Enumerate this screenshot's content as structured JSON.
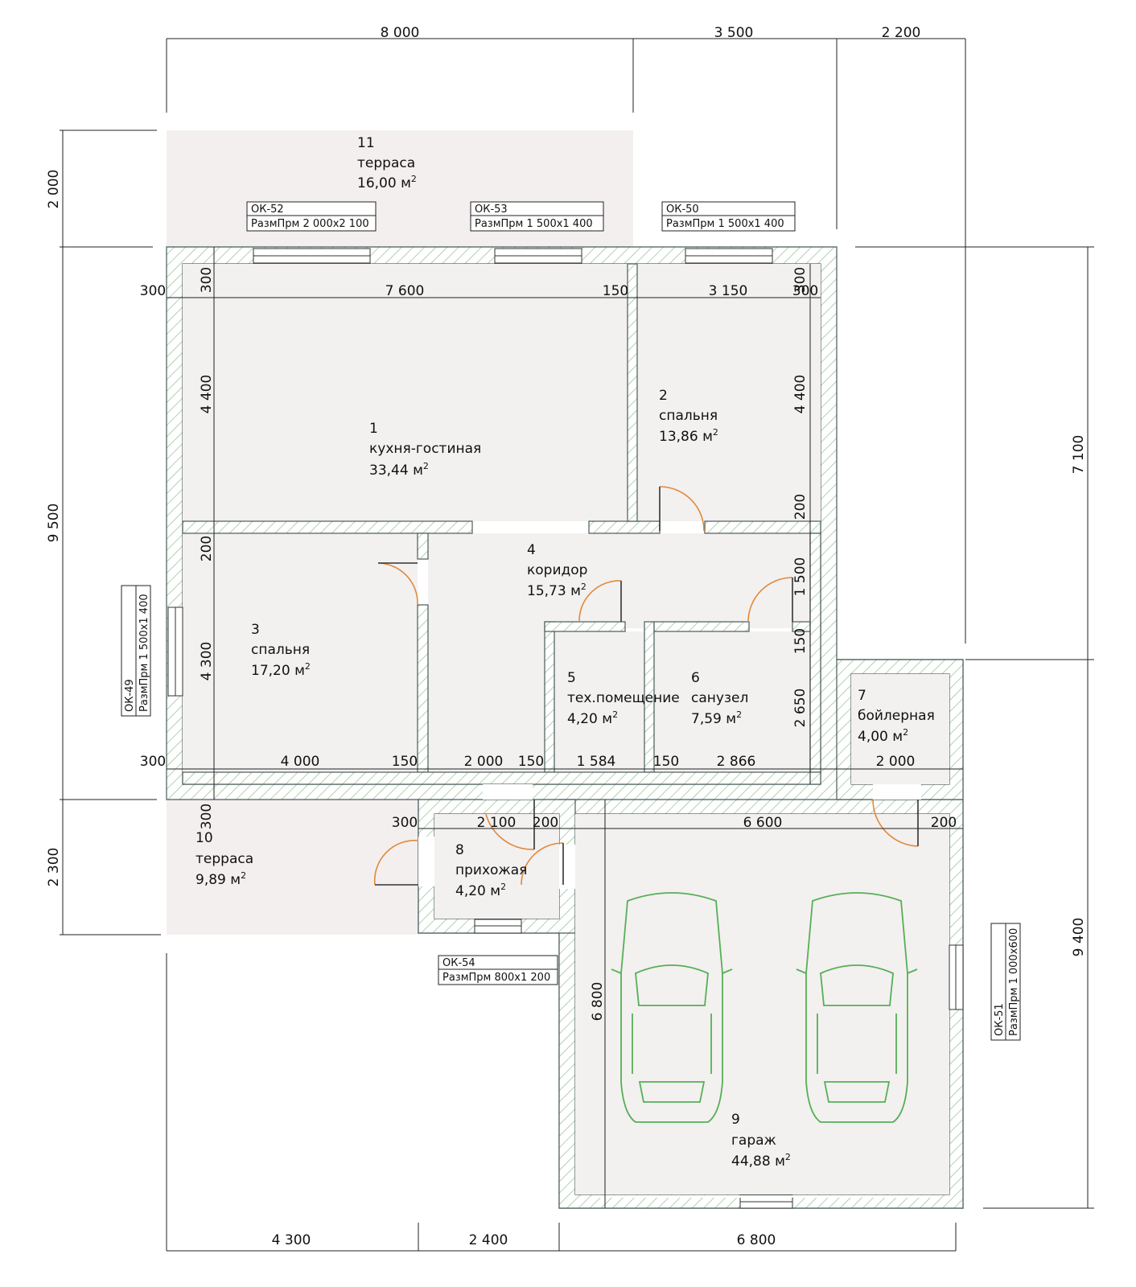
{
  "dimensions": {
    "top_overall": [
      "8 000",
      "3 500",
      "2 200"
    ],
    "bottom_overall": [
      "4 300",
      "2 400",
      "6 800"
    ],
    "left": [
      "2 000",
      "9 500",
      "2 300"
    ],
    "right": [
      "7 100",
      "9 400"
    ],
    "row_top_interior": [
      "300",
      "7 600",
      "150",
      "3 150",
      "300"
    ],
    "row_middle_interior": [
      "300",
      "4 000",
      "150",
      "2 000",
      "150",
      "1 584",
      "150",
      "2 866",
      "2 000"
    ],
    "row_entrance": [
      "300",
      "2 100",
      "200",
      "6 600",
      "200"
    ],
    "left_inner_vertical": [
      "300",
      "4 400",
      "200",
      "4 300",
      "300"
    ],
    "right_inner_vertical": [
      "300",
      "4 400",
      "200",
      "1 500",
      "150",
      "2 650"
    ],
    "garage_depth": "6 800"
  },
  "rooms": [
    {
      "number": "1",
      "name": "кухня-гостиная",
      "area": "33,44 м"
    },
    {
      "number": "2",
      "name": "спальня",
      "area": "13,86 м"
    },
    {
      "number": "3",
      "name": "спальня",
      "area": "17,20 м"
    },
    {
      "number": "4",
      "name": "коридор",
      "area": "15,73 м"
    },
    {
      "number": "5",
      "name": "тех.помещение",
      "area": "4,20 м"
    },
    {
      "number": "6",
      "name": "санузел",
      "area": "7,59 м"
    },
    {
      "number": "7",
      "name": "бойлерная",
      "area": "4,00 м"
    },
    {
      "number": "8",
      "name": "прихожая",
      "area": "4,20 м"
    },
    {
      "number": "9",
      "name": "гараж",
      "area": "44,88 м"
    },
    {
      "number": "10",
      "name": "терраса",
      "area": "9,89 м"
    },
    {
      "number": "11",
      "name": "терраса",
      "area": "16,00 м"
    }
  ],
  "area_superscript": "2",
  "openings": [
    {
      "mark": "ОК-52",
      "size": "РазмПрм  2 000х2 100"
    },
    {
      "mark": "ОК-53",
      "size": "РазмПрм  1 500х1 400"
    },
    {
      "mark": "ОК-50",
      "size": "РазмПрм  1 500х1 400"
    },
    {
      "mark": "ОК-49",
      "size": "РазмПрм  1 500х1 400"
    },
    {
      "mark": "ОК-54",
      "size": "РазмПрм  800х1 200"
    },
    {
      "mark": "ОК-51",
      "size": "РазмПрм  1 000х600"
    }
  ],
  "colors": {
    "floor": "#f3f0f0",
    "terrace": "#f3efee",
    "wall_hatch": "#8fbf8f",
    "wall_edge": "#4a5a5a",
    "door_arc": "#e08a3a",
    "car_outline": "#55b055",
    "line": "#222222"
  }
}
